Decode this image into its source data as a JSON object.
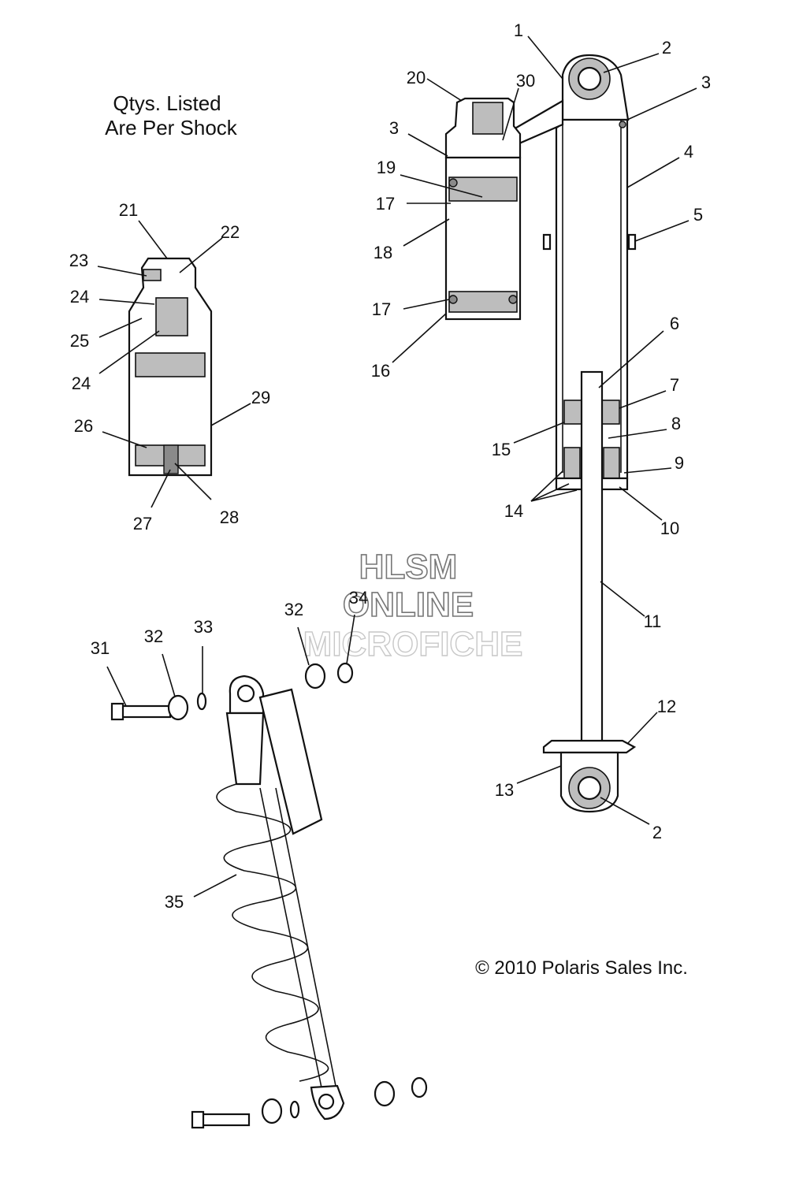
{
  "note": {
    "line1": "Qtys. Listed",
    "line2": "Are Per Shock"
  },
  "copyright": "© 2010 Polaris Sales Inc.",
  "watermark": {
    "line1": "HLSM",
    "line2": "ONLINE",
    "line3": "MICROFICHE"
  },
  "callouts": {
    "c1": "1",
    "c2a": "2",
    "c2b": "2",
    "c3a": "3",
    "c3b": "3",
    "c4": "4",
    "c5": "5",
    "c6": "6",
    "c7": "7",
    "c8": "8",
    "c9": "9",
    "c10": "10",
    "c11": "11",
    "c12": "12",
    "c13": "13",
    "c14": "14",
    "c15": "15",
    "c16": "16",
    "c17a": "17",
    "c17b": "17",
    "c18": "18",
    "c19": "19",
    "c20": "20",
    "c21": "21",
    "c22": "22",
    "c23": "23",
    "c24a": "24",
    "c24b": "24",
    "c25": "25",
    "c26": "26",
    "c27": "27",
    "c28": "28",
    "c29": "29",
    "c30": "30",
    "c31": "31",
    "c32a": "32",
    "c32b": "32",
    "c33": "33",
    "c34": "34",
    "c35": "35"
  },
  "colors": {
    "line": "#111111",
    "fill_gray": "#bdbdbd",
    "background": "#ffffff"
  }
}
